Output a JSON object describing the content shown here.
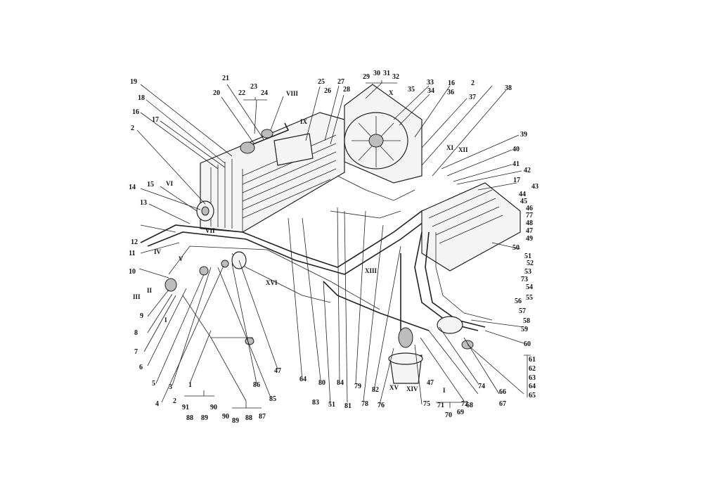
{
  "labels": {
    "n1": "1",
    "n2": "2",
    "n3": "3",
    "n4": "4",
    "n5": "5",
    "n6": "6",
    "n7": "7",
    "n8": "8",
    "n9": "9",
    "n10": "10",
    "n11": "11",
    "n12": "12",
    "n13": "13",
    "n14": "14",
    "n15": "15",
    "n16": "16",
    "n17": "17",
    "n18": "18",
    "n19": "19",
    "n20": "20",
    "n21": "21",
    "n22": "22",
    "n23": "23",
    "n24": "24",
    "n25": "25",
    "n26": "26",
    "n27": "27",
    "n28": "28",
    "n29": "29",
    "n30": "30",
    "n31": "31",
    "n32": "32",
    "n33": "33",
    "n34": "34",
    "n35": "35",
    "n36": "36",
    "n37": "37",
    "n38": "38",
    "n39": "39",
    "n40": "40",
    "n41": "41",
    "n42": "42",
    "n43": "43",
    "n44": "44",
    "n45": "45",
    "n46": "46",
    "n47": "47",
    "n48": "48",
    "n49": "49",
    "n50": "50",
    "n51": "51",
    "n52": "52",
    "n53": "53",
    "n54": "54",
    "n55": "55",
    "n56": "56",
    "n57": "57",
    "n58": "58",
    "n59": "59",
    "n60": "60",
    "n61": "61",
    "n62": "62",
    "n63": "63",
    "n64": "64",
    "n65": "65",
    "n66": "66",
    "n67": "67",
    "n68": "68",
    "n69": "69",
    "n70": "70",
    "n71": "71",
    "n72": "72",
    "n73": "73",
    "n74": "74",
    "n75": "75",
    "n76": "76",
    "n77": "77",
    "n78": "78",
    "n79": "79",
    "n80": "80",
    "n81": "81",
    "n82": "82",
    "n83": "83",
    "n84": "84",
    "n85": "85",
    "n86": "86",
    "n87": "87",
    "n88": "88",
    "n89": "89",
    "n90": "90",
    "n91": "91",
    "rI": "I",
    "rII": "II",
    "rIII": "III",
    "rIV": "IV",
    "rV": "V",
    "rVI": "VI",
    "rVII": "VII",
    "rVIII": "VIII",
    "rIX": "IX",
    "rX": "X",
    "rXI": "XI",
    "rXII": "XII",
    "rXIII": "XIII",
    "rXIV": "XIV",
    "rXV": "XV",
    "rXVI": "XVI"
  }
}
